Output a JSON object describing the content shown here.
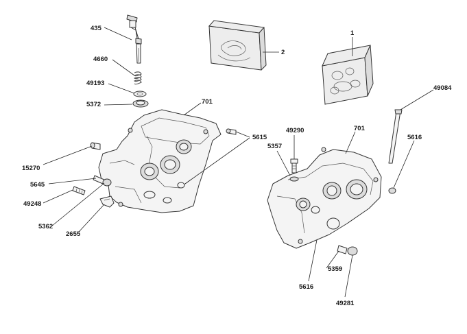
{
  "labels": {
    "l435": "435",
    "l4660": "4660",
    "l49193": "49193",
    "l5372": "5372",
    "l2": "2",
    "l1": "1",
    "l701a": "701",
    "l701b": "701",
    "l49084": "49084",
    "l5615": "5615",
    "l49290": "49290",
    "l5357": "5357",
    "l5616a": "5616",
    "l15270": "15270",
    "l5645": "5645",
    "l49248": "49248",
    "l5362": "5362",
    "l2655": "2655",
    "l5359": "5359",
    "l5616b": "5616",
    "l49281": "49281"
  }
}
